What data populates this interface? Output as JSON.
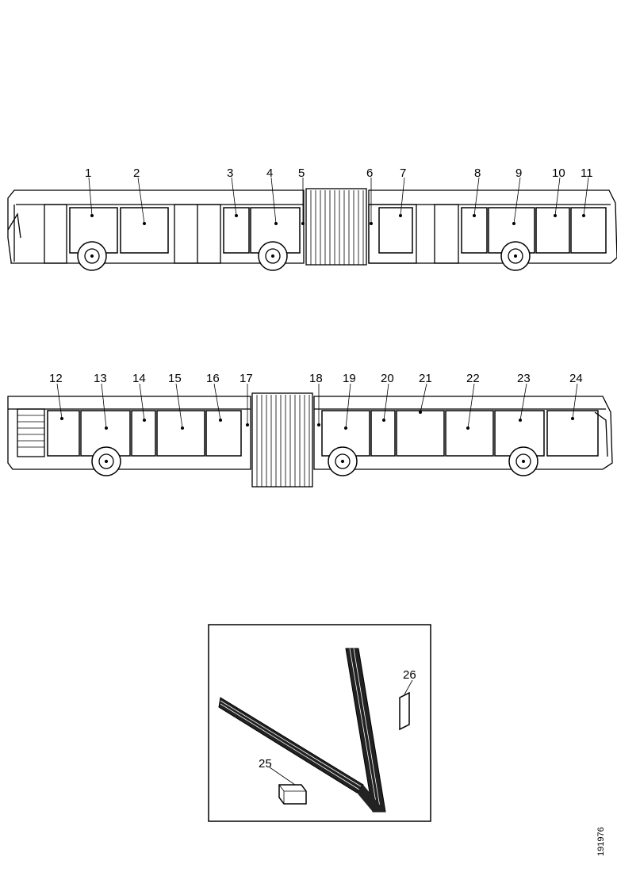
{
  "top_view_labels": [
    "1",
    "2",
    "3",
    "4",
    "5",
    "6",
    "7",
    "8",
    "9",
    "10",
    "11"
  ],
  "bottom_view_labels": [
    "12",
    "13",
    "14",
    "15",
    "16",
    "17",
    "18",
    "19",
    "20",
    "21",
    "22",
    "23",
    "24"
  ],
  "detail_labels": [
    "25",
    "26"
  ],
  "reference_number": "191976"
}
